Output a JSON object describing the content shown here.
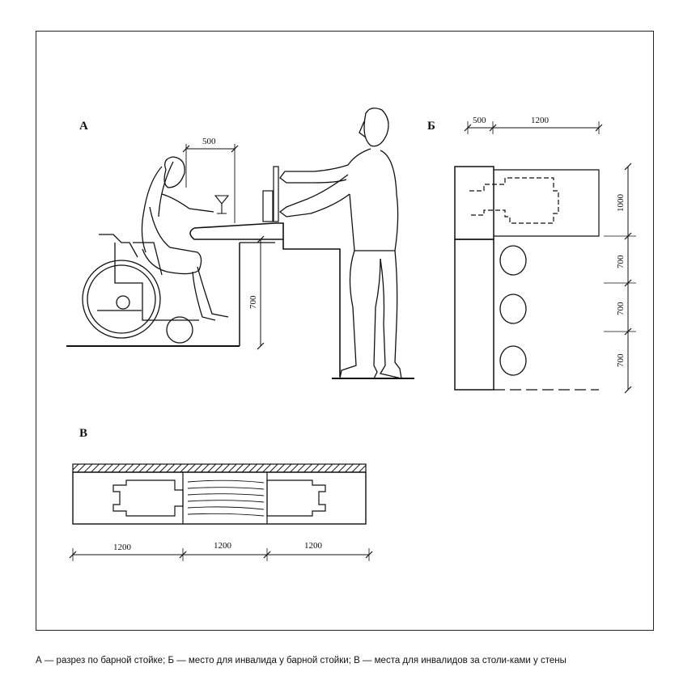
{
  "sections": {
    "a": {
      "label": "А",
      "dims": {
        "knee_width": "500",
        "counter_height": "700"
      }
    },
    "b": {
      "label": "Б",
      "dims": {
        "top_left": "500",
        "top_right": "1200",
        "side_1": "1000",
        "side_2": "700",
        "side_3": "700",
        "side_4": "700"
      }
    },
    "c": {
      "label": "В",
      "dims": {
        "seg_1": "1200",
        "seg_2": "1200",
        "seg_3": "1200"
      }
    }
  },
  "caption": "А — разрез по барной стойке; Б — место для инвалида у барной стойки; В — места для инвалидов за столи-ками у стены",
  "colors": {
    "ink": "#111111",
    "paper": "#ffffff"
  }
}
